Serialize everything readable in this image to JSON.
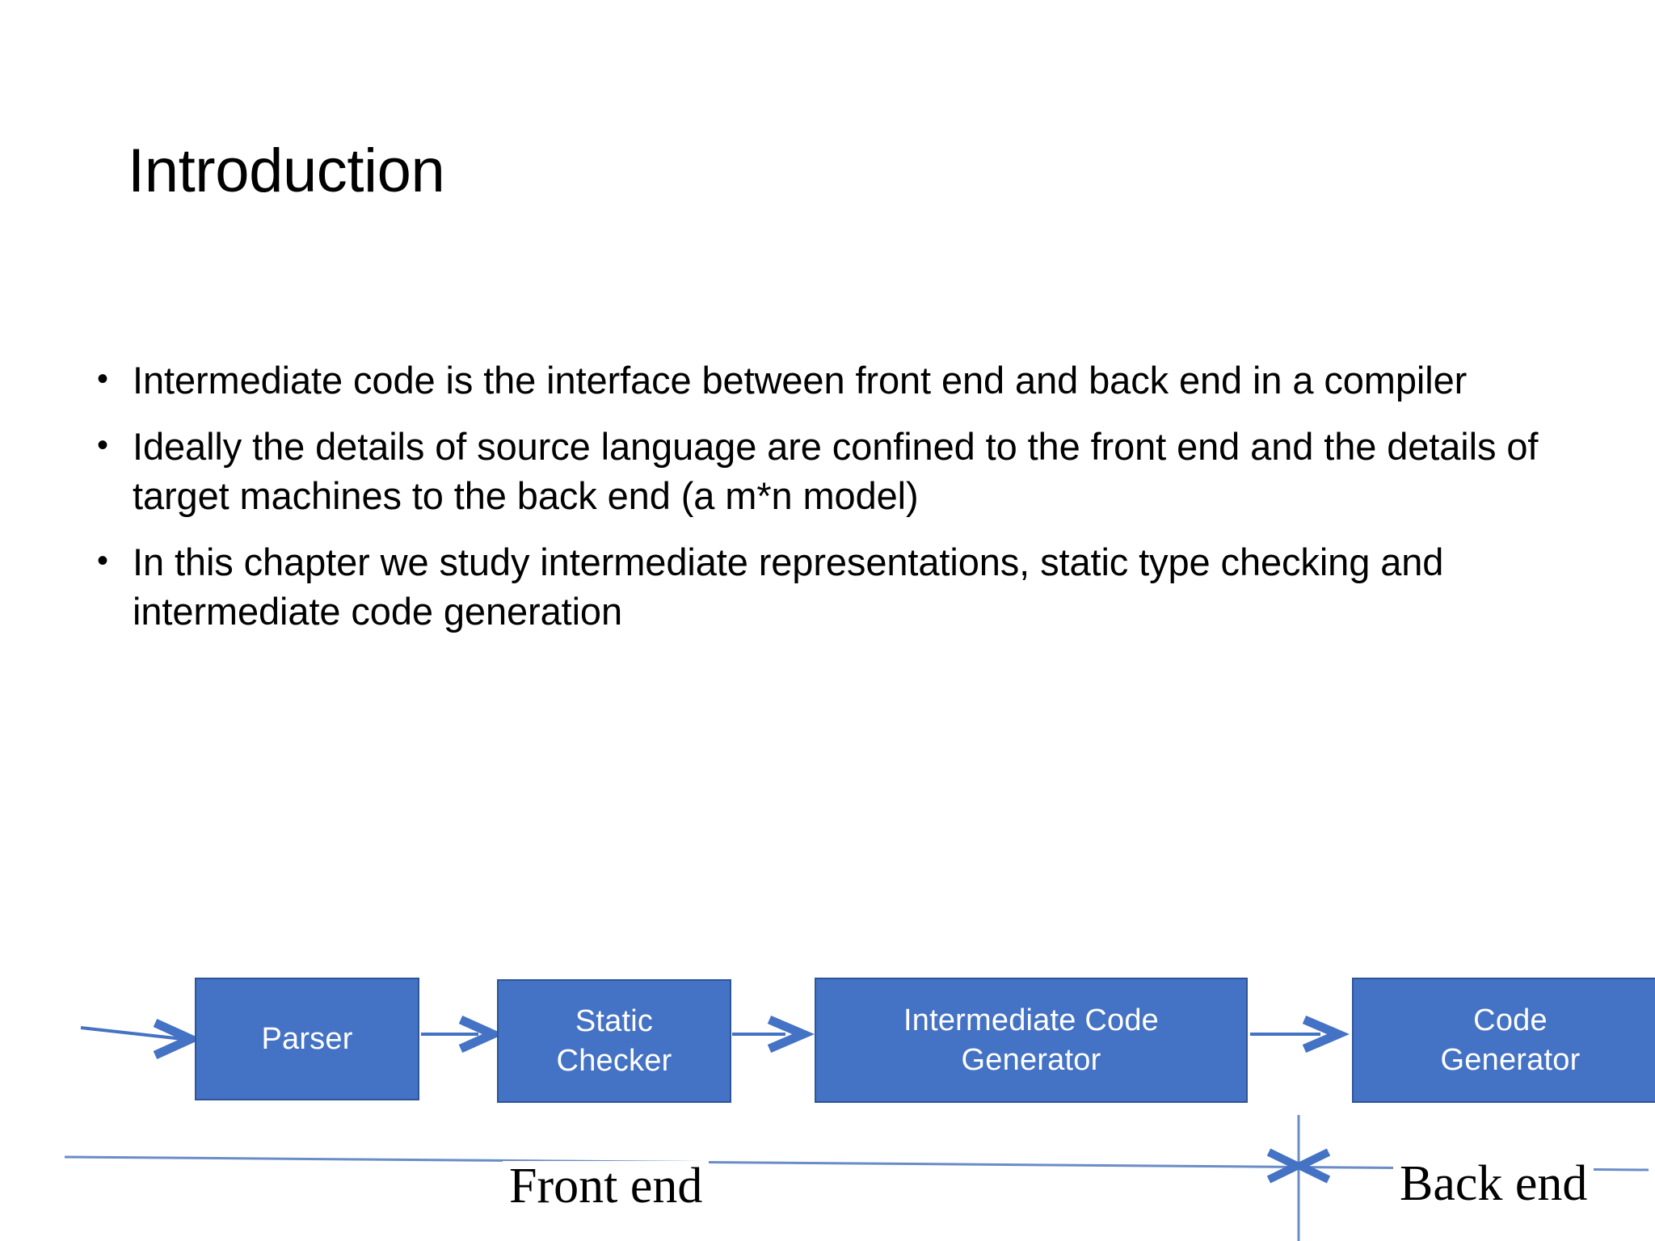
{
  "slide": {
    "title": "Introduction",
    "background_color": "#FFFFFF",
    "text_color": "#000000"
  },
  "body": {
    "bullet_glyph": "•",
    "bullets": [
      "Intermediate code is the interface between front end and back end in a compiler",
      "Ideally the details of source language are confined to the front end and the details of target machines to the back end (a m*n model)",
      "In this chapter we study intermediate representations, static type checking and intermediate code generation"
    ]
  },
  "diagram": {
    "box_fill_color": "#4472C4",
    "box_border_color": "#2E5597",
    "box_text_color": "#FFFFFF",
    "connector_color": "#4472C4",
    "divider_color": "#6A8CC7",
    "boxes": [
      {
        "name": "parser",
        "label": "Parser"
      },
      {
        "name": "static-checker",
        "label": "Static\nChecker"
      },
      {
        "name": "intermediate-code-generator",
        "label": "Intermediate Code\nGenerator"
      },
      {
        "name": "code-generator",
        "label": "Code\nGenerator"
      }
    ],
    "phase_labels": {
      "front_end": "Front end",
      "back_end": "Back end"
    }
  }
}
